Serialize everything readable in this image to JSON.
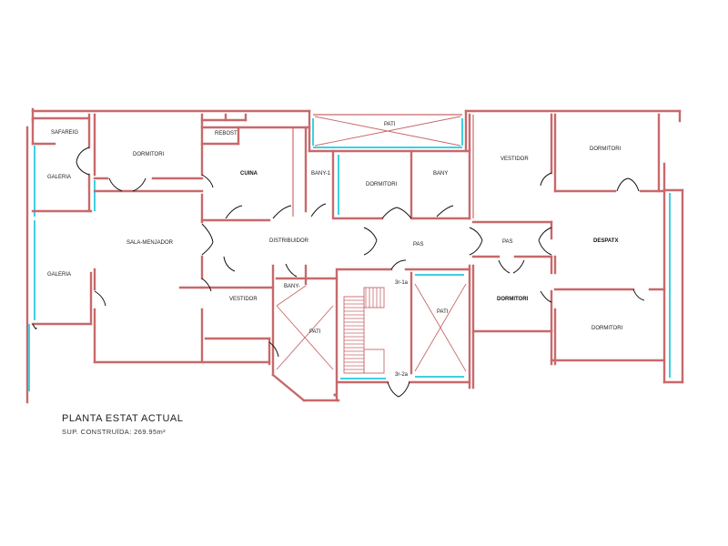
{
  "rooms": {
    "safareig": "SAFAREIG",
    "galeria_top": "GALERIA",
    "galeria_bottom": "GALERIA",
    "dormitori_1": "DORMITORI",
    "rebost": "REBOST",
    "cuina": "CUINA",
    "bany_1": "BANY-1",
    "dormitori_2": "DORMITORI",
    "bany": "BANY",
    "pati_top": "PATI",
    "vestidor_right": "VESTIDOR",
    "dormitori_3": "DORMITORI",
    "sala_menjador": "SALA-MENJADOR",
    "distribuidor": "DISTRIBUIDOR",
    "pas_center": "PAS",
    "pas_right": "PAS",
    "despatx": "DESPATX",
    "bany_2": "BANY-",
    "vestidor_left": "VESTIDOR",
    "pati_left": "PATI",
    "stair_1a": "3r-1a",
    "pati_right": "PATI",
    "stair_2a": "3r-2a",
    "dormitori_4": "DORMITORI",
    "dormitori_5": "DORMITORI"
  },
  "legend": {
    "title": "PLANTA ESTAT ACTUAL",
    "area": "SUP. CONSTRUÏDA: 269.95m²"
  }
}
